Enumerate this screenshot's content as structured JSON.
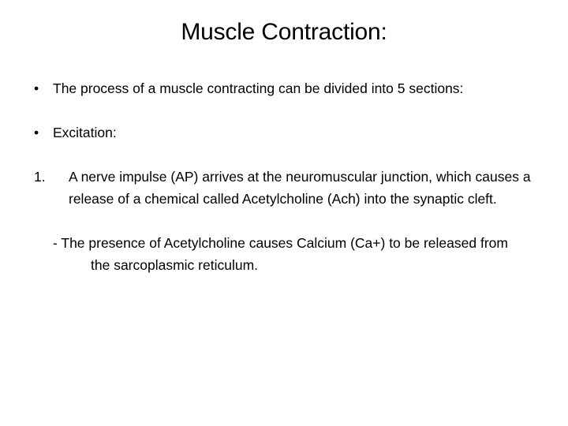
{
  "slide": {
    "title": "Muscle Contraction:",
    "background_color": "#ffffff",
    "text_color": "#000000",
    "blocks": [
      {
        "type": "bullet",
        "marker": "•",
        "text": "The process of a muscle contracting can be divided into 5 sections:"
      },
      {
        "type": "bullet",
        "marker": "•",
        "text": "Excitation:"
      },
      {
        "type": "numbered",
        "marker": "1.",
        "text": "A nerve impulse (AP) arrives at the neuromuscular junction, which causes a release of a chemical called Acetylcholine (Ach) into the synaptic cleft."
      },
      {
        "type": "dash",
        "text": "- The presence of Acetylcholine causes Calcium (Ca+) to be released from the sarcoplasmic reticulum."
      }
    ]
  }
}
